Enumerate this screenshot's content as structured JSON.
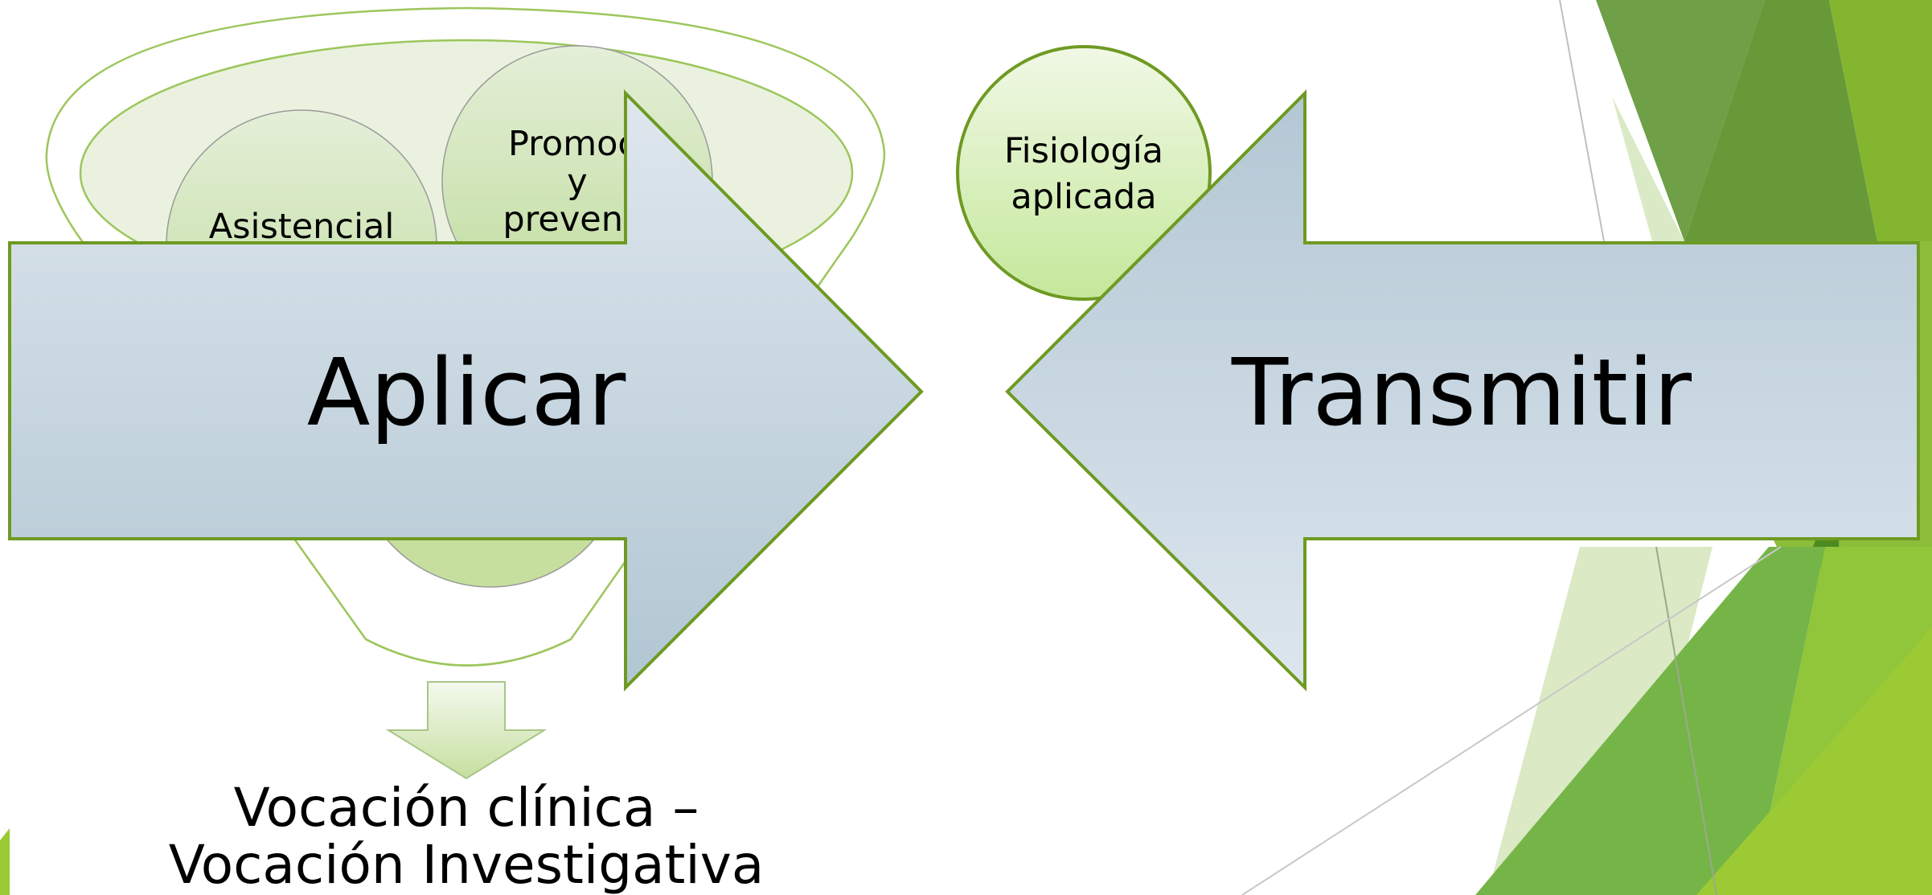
{
  "slide": {
    "funnel_circles": {
      "asistencial": "Asistencial",
      "promocion_line1": "Promoci",
      "promocion_line2": "y",
      "promocion_line3": "prevenci"
    },
    "fisiologia_line1": "Fisiología",
    "fisiologia_line2": "aplicada",
    "arrow_right_label": "Aplicar",
    "arrow_left_label": "Transmitir",
    "caption_line1": "Vocación clínica –",
    "caption_line2": "Vocación Investigativa"
  },
  "colors": {
    "accent_green": "#6e9a22",
    "circle_fill": "#c9e3a8",
    "arrow_fill_top": "#dde6ee",
    "arrow_fill_bottom": "#b1c6d3",
    "decor_dark_green": "#5f8f2f",
    "decor_light_green": "#8fc34a"
  }
}
